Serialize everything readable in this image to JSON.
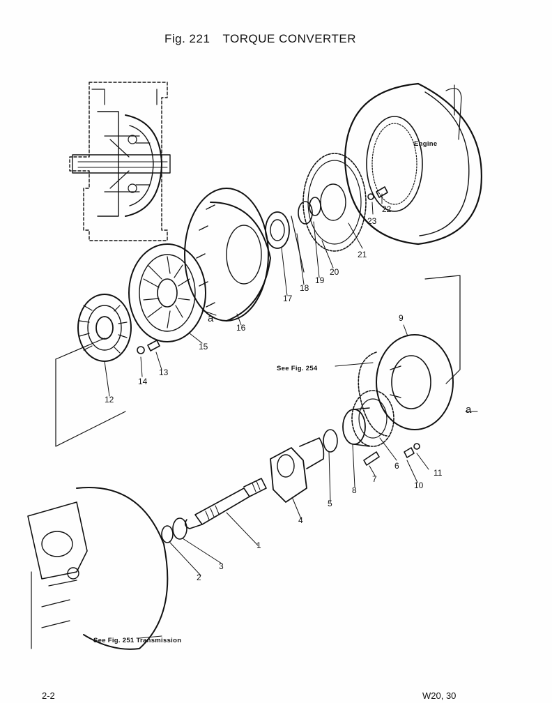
{
  "header": {
    "fig_label": "Fig. 221",
    "title": "TORQUE CONVERTER"
  },
  "notes": {
    "engine": "Engine",
    "see_fig_254": "See Fig. 254",
    "see_fig_251": "See Fig. 251 Transmission"
  },
  "callouts": {
    "c1": "1",
    "c2": "2",
    "c3": "3",
    "c4": "4",
    "c5": "5",
    "c6": "6",
    "c7": "7",
    "c8": "8",
    "c9": "9",
    "c10": "10",
    "c11": "11",
    "c12": "12",
    "c13": "13",
    "c14": "14",
    "c15": "15",
    "c16": "16",
    "c17": "17",
    "c18": "18",
    "c19": "19",
    "c20": "20",
    "c21": "21",
    "c22": "22",
    "c23": "23",
    "a_left": "a",
    "a_right": "a"
  },
  "footer": {
    "page_number": "2-2",
    "model": "W20, 30"
  }
}
